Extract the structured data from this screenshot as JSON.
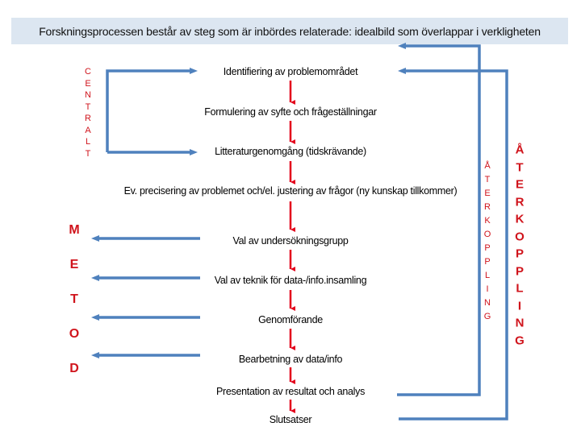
{
  "header": {
    "title": "Forskningsprocessen består av steg som är inbördes relaterade: idealbild som överlappar i verkligheten"
  },
  "steps": [
    "Identifiering av problemområdet",
    "Formulering av syfte och frågeställningar",
    "Litteraturgenomgång (tidskrävande)",
    "Ev. precisering av problemet och/el. justering av frågor (ny kunskap tillkommer)",
    "Val av undersökningsgrupp",
    "Val av teknik för data-/info.insamling",
    "Genomförande",
    "Bearbetning av data/info",
    "Presentation av resultat och analys",
    "Slutsatser"
  ],
  "labels": {
    "central": [
      "C",
      "E",
      "N",
      "T",
      "R",
      "A",
      "L",
      "T"
    ],
    "metod": [
      "M",
      "E",
      "T",
      "O",
      "D"
    ],
    "aterkoppling_small": [
      "Å",
      "T",
      "E",
      "R",
      "K",
      "O",
      "P",
      "P",
      "L",
      "I",
      "N",
      "G"
    ],
    "aterkoppling_large": [
      "Å",
      "T",
      "E",
      "R",
      "K",
      "O",
      "P",
      "P",
      "L",
      "I",
      "N",
      "G"
    ]
  },
  "colors": {
    "flow_arrow": "#e3001b",
    "feedback_arrow": "#4f81bd",
    "label_text": "#d0141c",
    "header_bg": "#dce6f1"
  }
}
